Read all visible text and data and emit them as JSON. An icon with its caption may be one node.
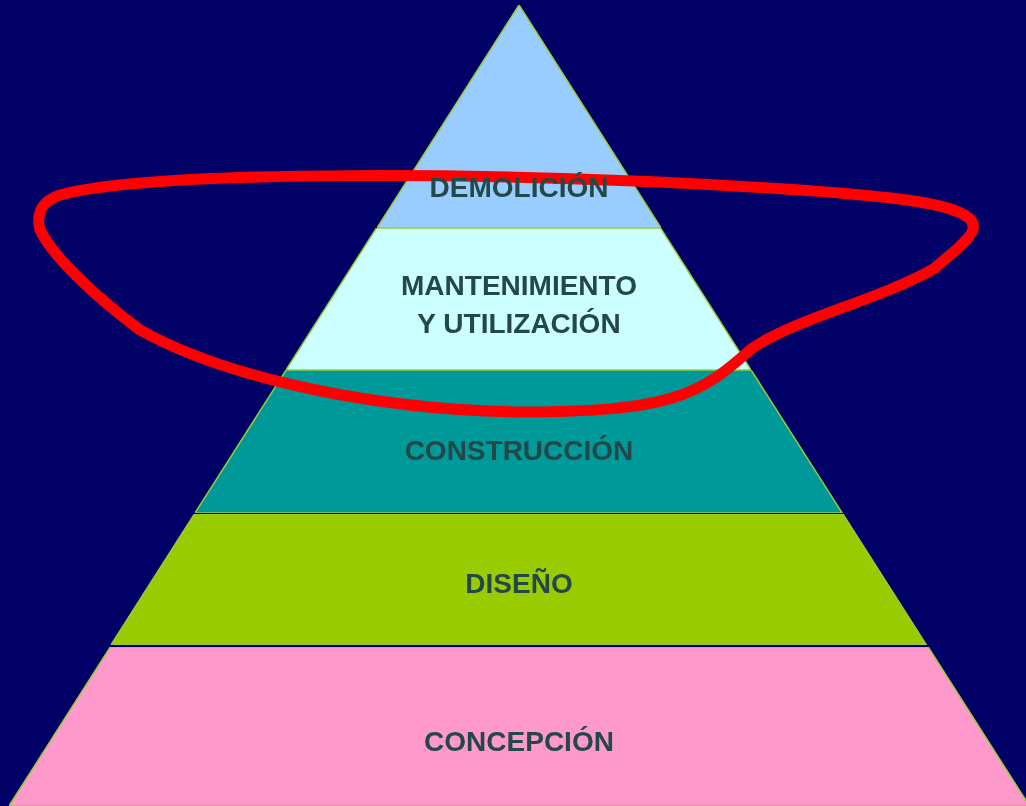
{
  "diagram": {
    "nodes": [
      {
        "text": [
          "DEMOLICIÓN"
        ]
      },
      {
        "text": [
          "MANTENIMIENTO Y UTILIZACIÓN"
        ]
      },
      {
        "text": [
          "CONSTRUCCIÓN"
        ]
      },
      {
        "text": [
          "DISEÑO"
        ]
      },
      {
        "text": [
          "CONCEPCIÓN"
        ]
      }
    ]
  }
}
